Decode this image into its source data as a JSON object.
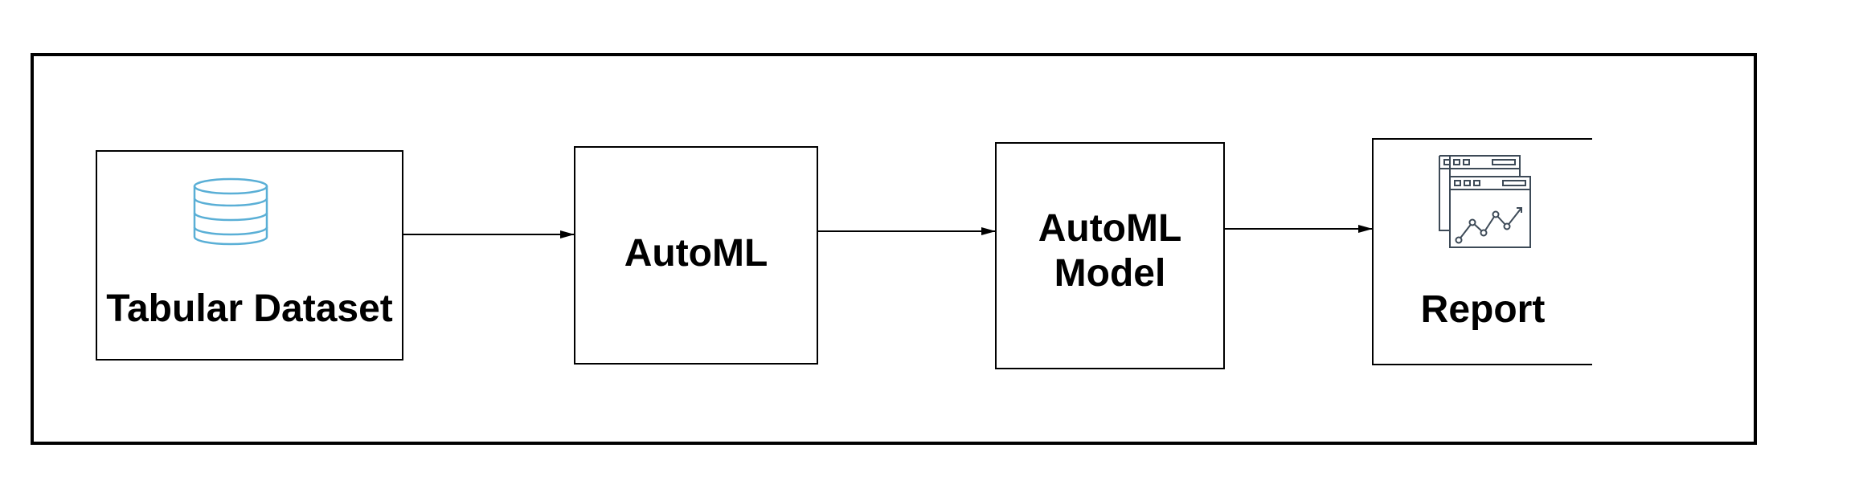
{
  "diagram": {
    "nodes": [
      {
        "id": "tabular-dataset",
        "label": "Tabular Dataset",
        "icon": "database-icon"
      },
      {
        "id": "automl",
        "label": "AutoML"
      },
      {
        "id": "automl-model",
        "label_line1": "AutoML",
        "label_line2": "Model"
      },
      {
        "id": "report",
        "label": "Report",
        "icon": "report-chart-icon"
      }
    ],
    "edges": [
      {
        "from": "tabular-dataset",
        "to": "automl"
      },
      {
        "from": "automl",
        "to": "automl-model"
      },
      {
        "from": "automl-model",
        "to": "report"
      }
    ],
    "colors": {
      "database_icon": "#5AAFD6",
      "report_icon": "#3D4A57",
      "stroke": "#000000"
    }
  }
}
